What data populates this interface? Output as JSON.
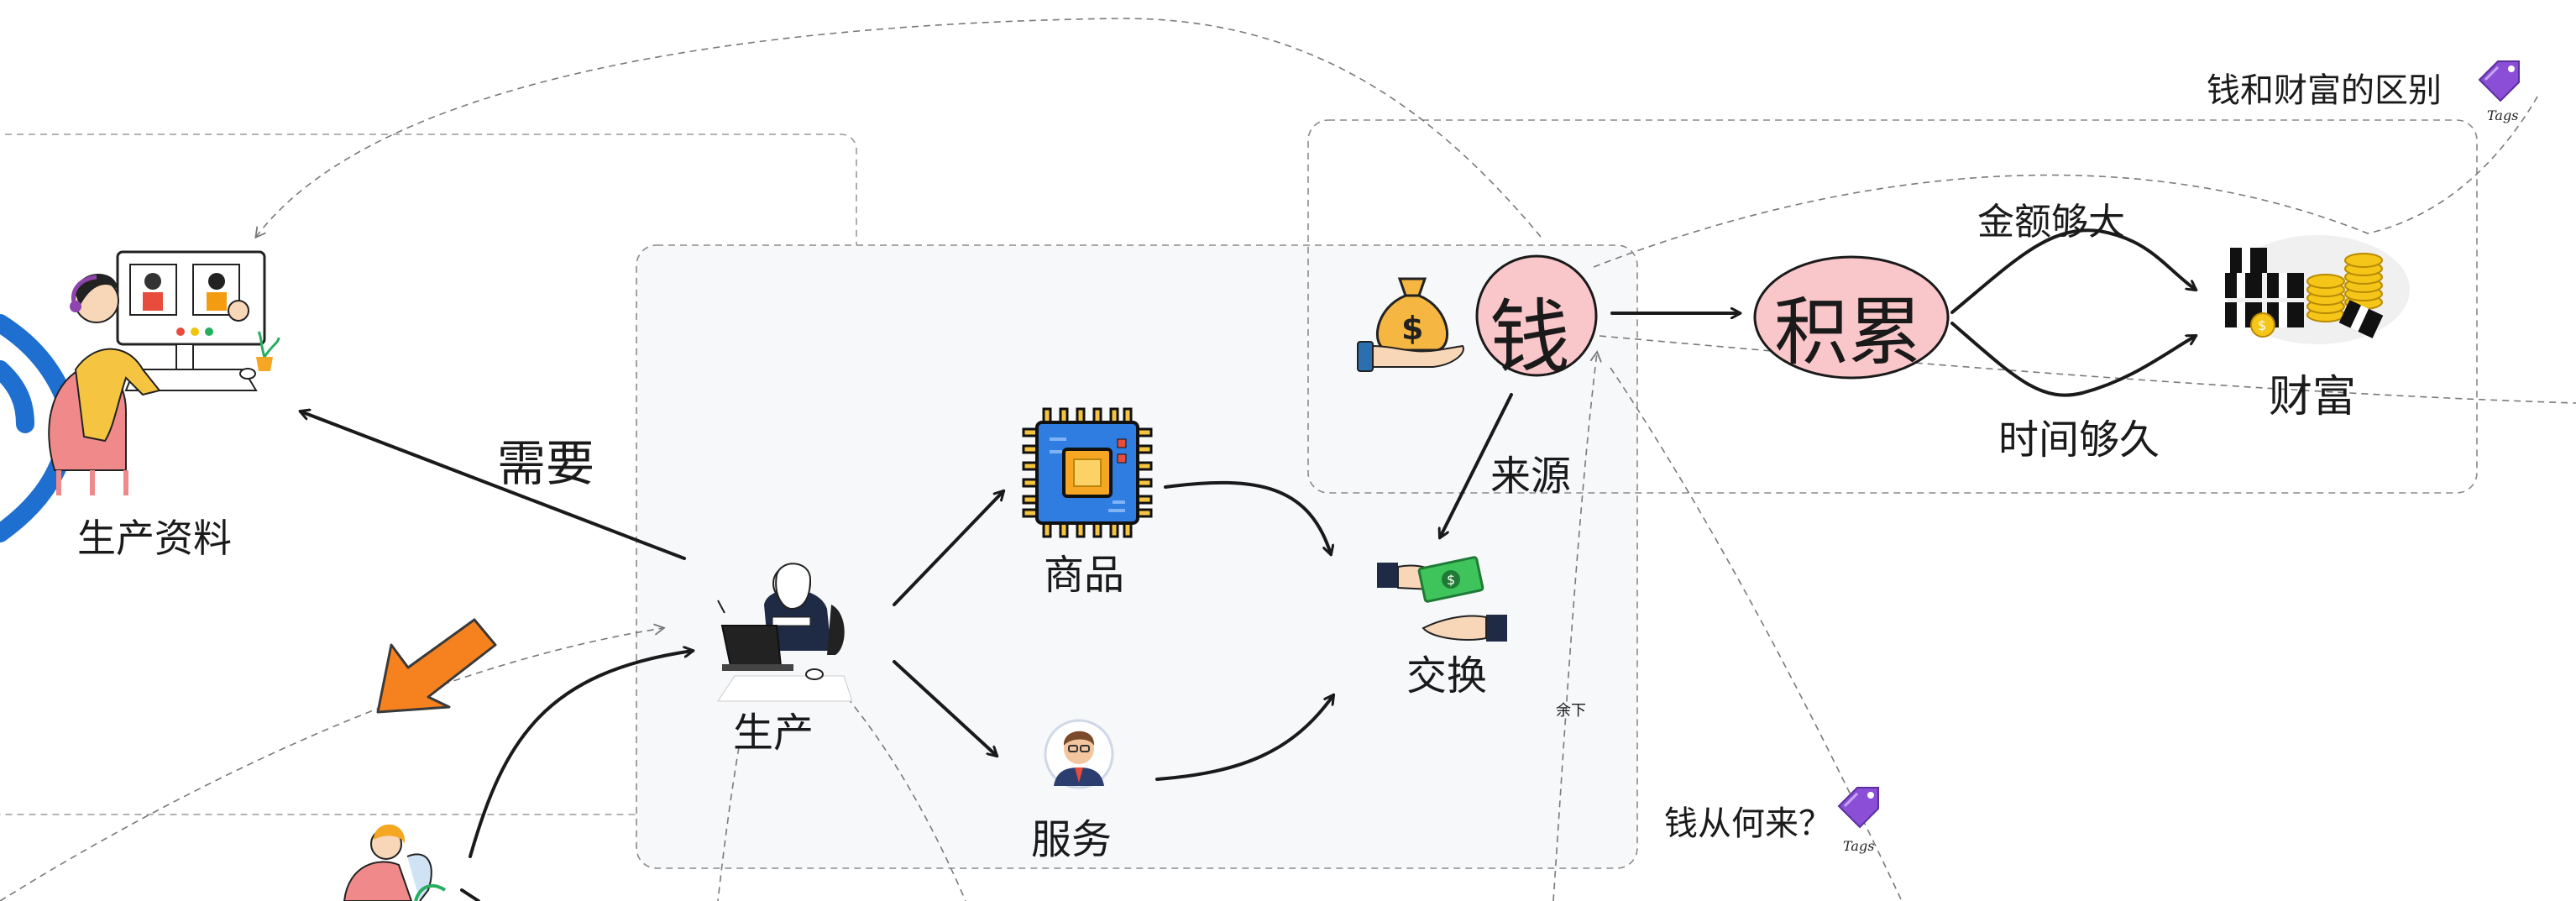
{
  "nodes": {
    "production_materials": "生产资料",
    "production": "生产",
    "goods": "商品",
    "service": "服务",
    "exchange": "交换",
    "money": "钱",
    "accumulate": "积累",
    "wealth": "财富"
  },
  "edges": {
    "need": "需要",
    "source": "来源",
    "large_amount": "金额够大",
    "long_time": "时间够久",
    "remaining": "余下"
  },
  "topics": {
    "money_vs_wealth": "钱和财富的区别",
    "where_money_comes_from": "钱从何来？"
  },
  "tag_label": "Tags",
  "colors": {
    "group_fill": "#f6f8fa",
    "group_border": "#8a8a8a",
    "pink_circle": "#f9c6c9",
    "arrow_orange": "#f5821f",
    "blue_shape": "#1f6fd1",
    "tag_purple": "#8a4fd6"
  }
}
